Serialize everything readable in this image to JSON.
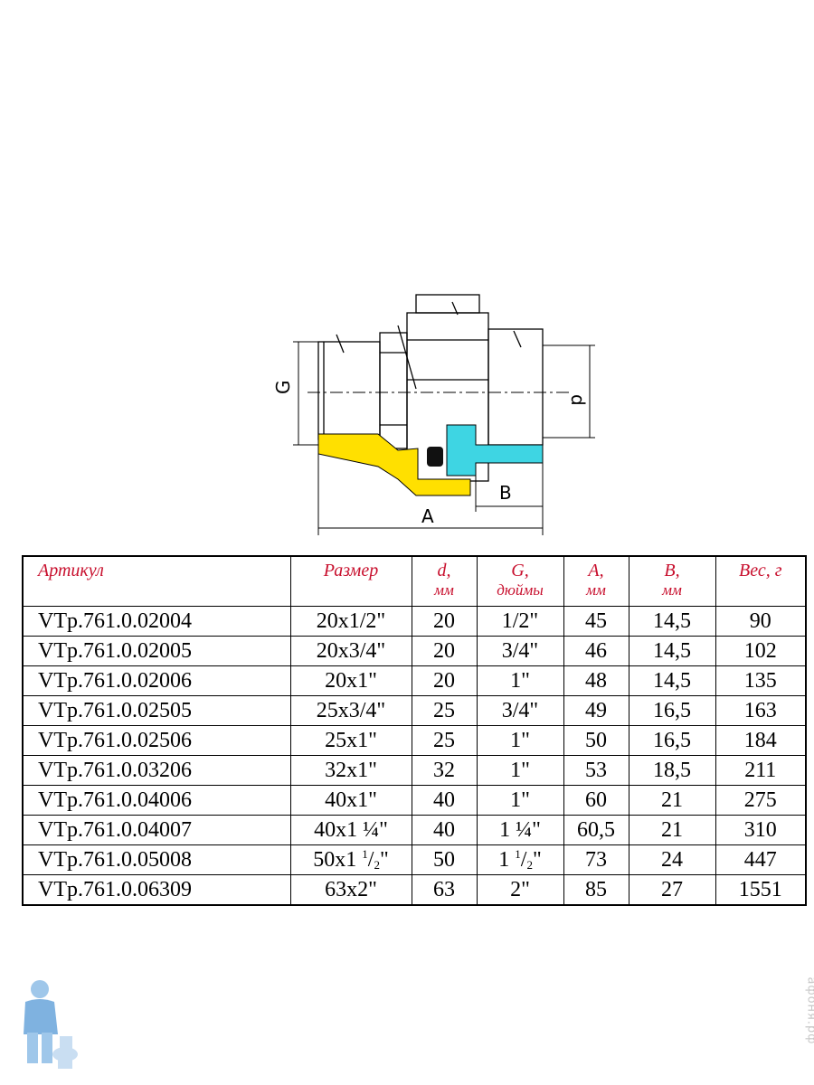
{
  "drawing": {
    "labels": {
      "g": "G",
      "d": "d",
      "a": "A",
      "b": "B"
    },
    "colors": {
      "brass": "#ffe000",
      "pipe": "#3ed5e3",
      "seal": "#111111",
      "line": "#000000"
    }
  },
  "table": {
    "headers": [
      {
        "key": "article",
        "label": "Артикул",
        "sub": ""
      },
      {
        "key": "size",
        "label": "Размер",
        "sub": ""
      },
      {
        "key": "d",
        "label": "d,",
        "sub": "мм"
      },
      {
        "key": "g",
        "label": "G,",
        "sub": "дюймы"
      },
      {
        "key": "a",
        "label": "A,",
        "sub": "мм"
      },
      {
        "key": "b",
        "label": "B,",
        "sub": "мм"
      },
      {
        "key": "weight",
        "label": "Вес, г",
        "sub": ""
      }
    ],
    "rows": [
      {
        "article": "VTp.761.0.02004",
        "size": "20x1/2\"",
        "d": "20",
        "g": "1/2\"",
        "a": "45",
        "b": "14,5",
        "weight": "90"
      },
      {
        "article": "VTp.761.0.02005",
        "size": "20x3/4\"",
        "d": "20",
        "g": "3/4\"",
        "a": "46",
        "b": "14,5",
        "weight": "102"
      },
      {
        "article": "VTp.761.0.02006",
        "size": "20x1\"",
        "d": "20",
        "g": "1\"",
        "a": "48",
        "b": "14,5",
        "weight": "135"
      },
      {
        "article": "VTp.761.0.02505",
        "size": "25x3/4\"",
        "d": "25",
        "g": "3/4\"",
        "a": "49",
        "b": "16,5",
        "weight": "163"
      },
      {
        "article": "VTp.761.0.02506",
        "size": "25x1\"",
        "d": "25",
        "g": "1\"",
        "a": "50",
        "b": "16,5",
        "weight": "184"
      },
      {
        "article": "VTp.761.0.03206",
        "size": "32x1\"",
        "d": "32",
        "g": "1\"",
        "a": "53",
        "b": "18,5",
        "weight": "211"
      },
      {
        "article": "VTp.761.0.04006",
        "size": "40x1\"",
        "d": "40",
        "g": "1\"",
        "a": "60",
        "b": "21",
        "weight": "275"
      },
      {
        "article": "VTp.761.0.04007",
        "size": "40x1 ¼\"",
        "d": "40",
        "g": "1 ¼\"",
        "a": "60,5",
        "b": "21",
        "weight": "310"
      },
      {
        "article": "VTp.761.0.05008",
        "size_pre": "50x1 ",
        "size_num": "1",
        "size_den": "2",
        "size_post": "\"",
        "d": "50",
        "g_pre": "1 ",
        "g_num": "1",
        "g_den": "2",
        "g_post": "\"",
        "a": "73",
        "b": "24",
        "weight": "447"
      },
      {
        "article": "VTp.761.0.06309",
        "size": "63x2\"",
        "d": "63",
        "g": "2\"",
        "a": "85",
        "b": "27",
        "weight": "1551"
      }
    ]
  },
  "watermark": "афоня.рф"
}
